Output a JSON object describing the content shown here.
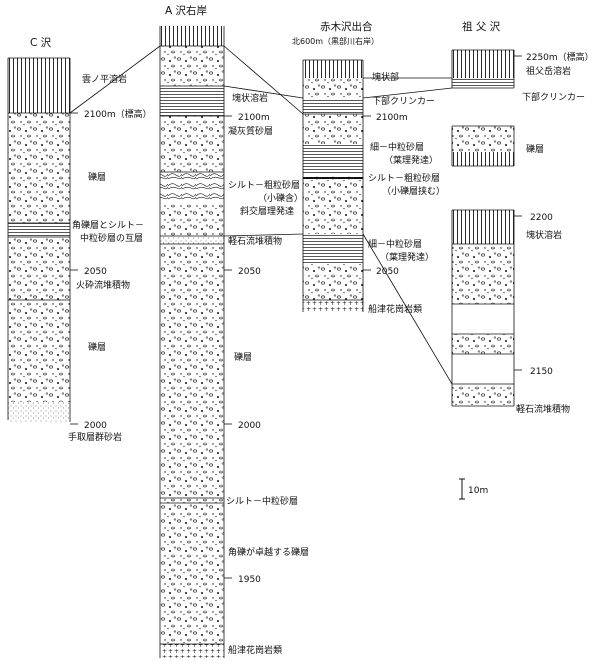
{
  "columns": {
    "c": {
      "title": "C 沢",
      "labels": {
        "lava": "雲ノ平溶岩",
        "elev_2100": "2100m（標高）",
        "gravel_1": "礫層",
        "alt_1": "角礫層とシルト－",
        "alt_2": "中粒砂層の互層",
        "elev_2050": "2050",
        "pyroclastic": "火砕流堆積物",
        "gravel_2": "礫層",
        "elev_2000": "2000",
        "tetori": "手取層群砂岩"
      }
    },
    "a": {
      "title": "A 沢右岸",
      "labels": {
        "blocky_lava": "塊状溶岩",
        "elev_2100": "2100m",
        "tuff_sand": "凝灰質砂層",
        "silt_coarse": "シルト－粗粒砂層",
        "small_gravel": "（小礫含）",
        "cross_bedding": "斜交層理発達",
        "pumice": "軽石流堆積物",
        "elev_2050": "2050",
        "gravel": "礫層",
        "elev_2000": "2000",
        "silt_medium": "シルト－中粒砂層",
        "angular_gravel": "角礫が卓越する礫層",
        "elev_1950": "1950",
        "granite": "船津花崗岩類"
      }
    },
    "akagi": {
      "title": "赤木沢出合",
      "subtitle": "北600m（黒部川右岸）",
      "labels": {
        "blocky": "塊状部",
        "clinker": "下部クリンカー",
        "elev_2100": "2100m",
        "fine_medium_1": "細－中粒砂層",
        "lamina_1": "（葉理発達）",
        "silt_coarse": "シルト－粗粒砂層",
        "small_gravel_seam": "（小礫層挟む）",
        "fine_medium_2": "細－中粒砂層",
        "lamina_2": "（葉理発達）",
        "elev_2050": "2050",
        "granite": "船津花崗岩類"
      }
    },
    "sofu": {
      "title": "祖 父 沢",
      "labels": {
        "elev_2250": "2250m（標高）",
        "sofu_lava": "祖父岳溶岩",
        "clinker": "下部クリンカー",
        "gravel": "礫層",
        "elev_2200": "2200",
        "blocky_lava": "塊状溶岩",
        "elev_2150": "2150",
        "pumice": "軽石流堆積物"
      }
    }
  },
  "scale_bar": {
    "label": "10m"
  }
}
